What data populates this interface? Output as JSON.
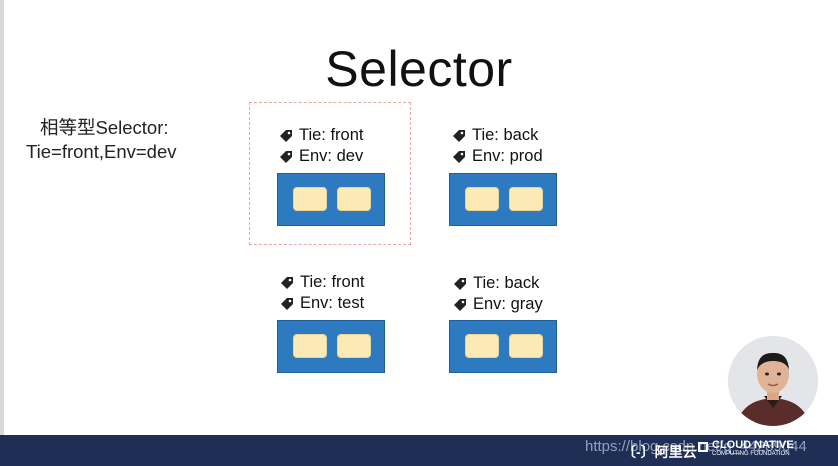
{
  "slide": {
    "title": "Selector",
    "side_note": {
      "line1": "相等型Selector:",
      "line2": "Tie=front,Env=dev"
    }
  },
  "pods": [
    {
      "tie": "Tie: front",
      "env": "Env: dev",
      "selected": true
    },
    {
      "tie": "Tie: back",
      "env": "Env: prod",
      "selected": false
    },
    {
      "tie": "Tie: front",
      "env": "Env: test",
      "selected": false
    },
    {
      "tie": "Tie: back",
      "env": "Env: gray",
      "selected": false
    }
  ],
  "footer": {
    "watermark": "https://blog.csdn.net/q_44289044",
    "logo_aliyun": "〔-〕阿里云",
    "logo_cncf_line1": "CLOUD NATIVE",
    "logo_cncf_line2": "COMPUTING FOUNDATION"
  },
  "colors": {
    "pod_blue": "#2e7ac0",
    "container_yellow": "#fbe9b6",
    "footer_navy": "#1f2e55",
    "selection_dash": "#e8a8a8"
  }
}
